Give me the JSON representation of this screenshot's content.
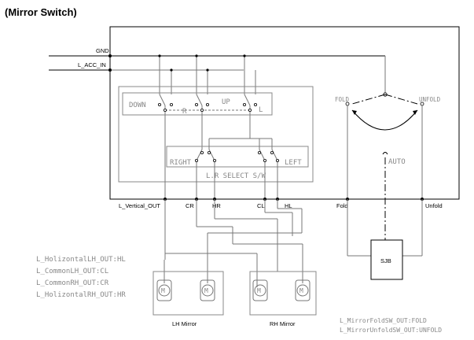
{
  "title": "(Mirror Switch)",
  "inputs": {
    "gnd": "GND",
    "acc": "L_ACC_IN"
  },
  "switch_labels": {
    "down": "DOWN",
    "up": "UP",
    "r": "R",
    "l": "L",
    "right": "RIGHT",
    "left": "LEFT",
    "select": "L.R SELECT S/W",
    "fold": "FOLD",
    "unfold": "UNFOLD",
    "auto": "AUTO"
  },
  "outputs": {
    "l_vertical_out": "L_Vertical_OUT",
    "cr": "CR",
    "hr": "HR",
    "cl": "CL",
    "hl": "HL",
    "fold": "Fold",
    "unfold": "Unfold"
  },
  "sjb": "SJB",
  "motor_symbol": "M",
  "mirrors": {
    "lh": "LH Mirror",
    "rh": "RH Mirror"
  },
  "legend_left": [
    "L_HolizontalLH_OUT:HL",
    "L_CommonLH_OUT:CL",
    "L_CommonRH_OUT:CR",
    "L_HolizontalRH_OUT:HR"
  ],
  "legend_right": [
    "L_MirrorFoldSW_OUT:FOLD",
    "L_MirrorUnfoldSW_OUT:UNFOLD"
  ]
}
